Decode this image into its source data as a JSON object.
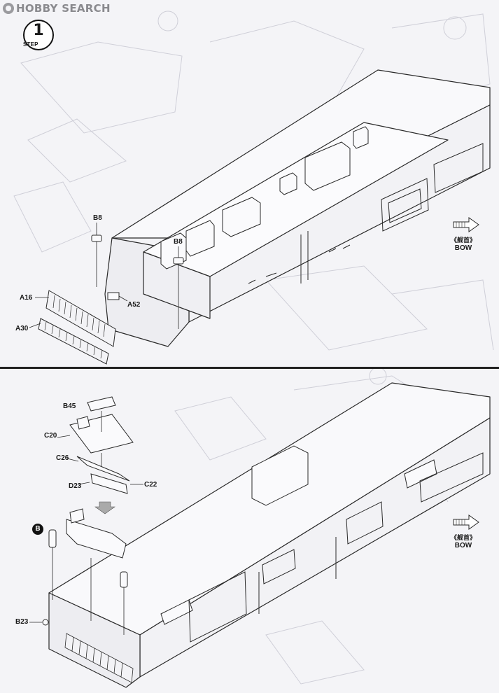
{
  "watermark": {
    "text": "HOBBY SEARCH"
  },
  "step": {
    "number": "1",
    "word": "STEP"
  },
  "top_panel": {
    "labels": {
      "b8_left": "B8",
      "b8_right": "B8",
      "a16": "A16",
      "a52": "A52",
      "a30": "A30"
    },
    "bow": {
      "zh": "《舰首》",
      "en": "BOW"
    }
  },
  "bottom_panel": {
    "labels": {
      "b45": "B45",
      "c20": "C20",
      "c26": "C26",
      "d23": "D23",
      "c22": "C22",
      "b23": "B23"
    },
    "subassembly_marker": "B",
    "bow": {
      "zh": "《舰首》",
      "en": "BOW"
    }
  },
  "colors": {
    "line": "#2a2a2a",
    "faint": "#c9c9d2",
    "paper": "#f4f4f7"
  }
}
